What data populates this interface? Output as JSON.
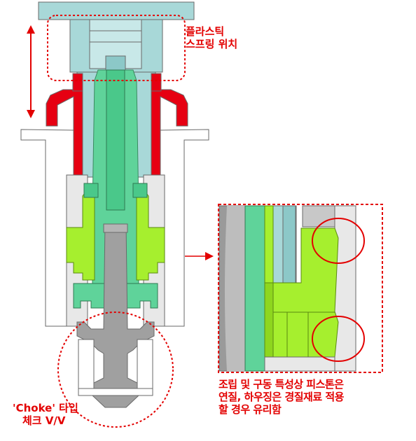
{
  "labels": {
    "spring": [
      "플라스틱",
      "스프링 위치"
    ],
    "choke": [
      "'Choke' 타입",
      "체크 V/V"
    ],
    "note": [
      "조립 및 구동 특성상 피스톤은",
      "연질, 하우징은 경질재료 적용",
      "할 경우 유리함"
    ]
  },
  "colors": {
    "annotation_red": "#e30000",
    "housing_red": "#e60012",
    "stem_teal": "#a8d8d8",
    "piston_green": "#5fd39a",
    "piston_lime": "#a6ef2e",
    "body_gray": "#a0a0a0",
    "outline_gray": "#6a6a6a"
  }
}
